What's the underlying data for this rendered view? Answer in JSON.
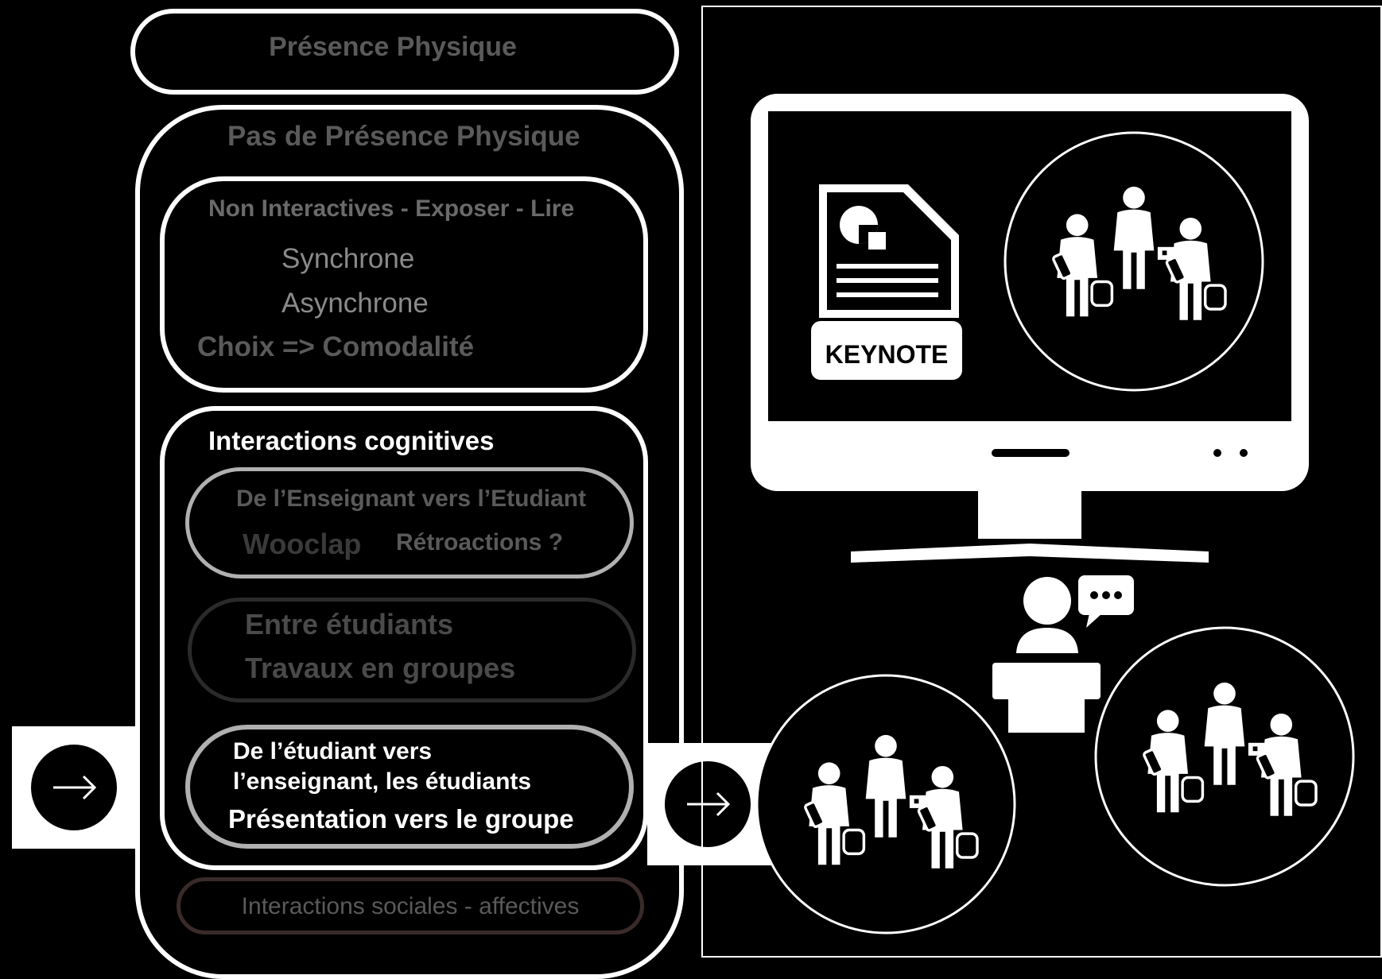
{
  "left_panel": {
    "presence": {
      "label": "Présence Physique"
    },
    "no_presence": {
      "label": "Pas de Présence Physique",
      "non_interactive": {
        "label": "Non Interactives - Exposer - Lire",
        "items": [
          "Synchrone",
          "Asynchrone"
        ],
        "choice": "Choix => Comodalité"
      },
      "cognitive": {
        "label": "Interactions cognitives",
        "teacher_to_student": {
          "label": "De l’Enseignant vers l’Etudiant",
          "tool": "Wooclap",
          "feedback": "Rétroactions ?"
        },
        "between_students": {
          "label": "Entre étudiants",
          "activity": "Travaux en groupes"
        },
        "student_to_group": {
          "label_line1": "De l’étudiant vers",
          "label_line2": "l’enseignant, les étudiants",
          "activity": "Présentation vers le groupe"
        }
      },
      "social": {
        "label": "Interactions sociales - affectives"
      }
    }
  },
  "illustration": {
    "file_label": "KEYNOTE",
    "icons": [
      "monitor-icon",
      "keynote-file-icon",
      "student-group-icon",
      "teacher-desk-icon",
      "speech-bubble-icon",
      "arrow-right-icon"
    ]
  },
  "colors": {
    "background": "#000000",
    "outline": "#ffffff",
    "dim_text": "#5a5a5a",
    "muted_text": "#8a8a8a",
    "gray_outline": "#b0b0b0"
  }
}
